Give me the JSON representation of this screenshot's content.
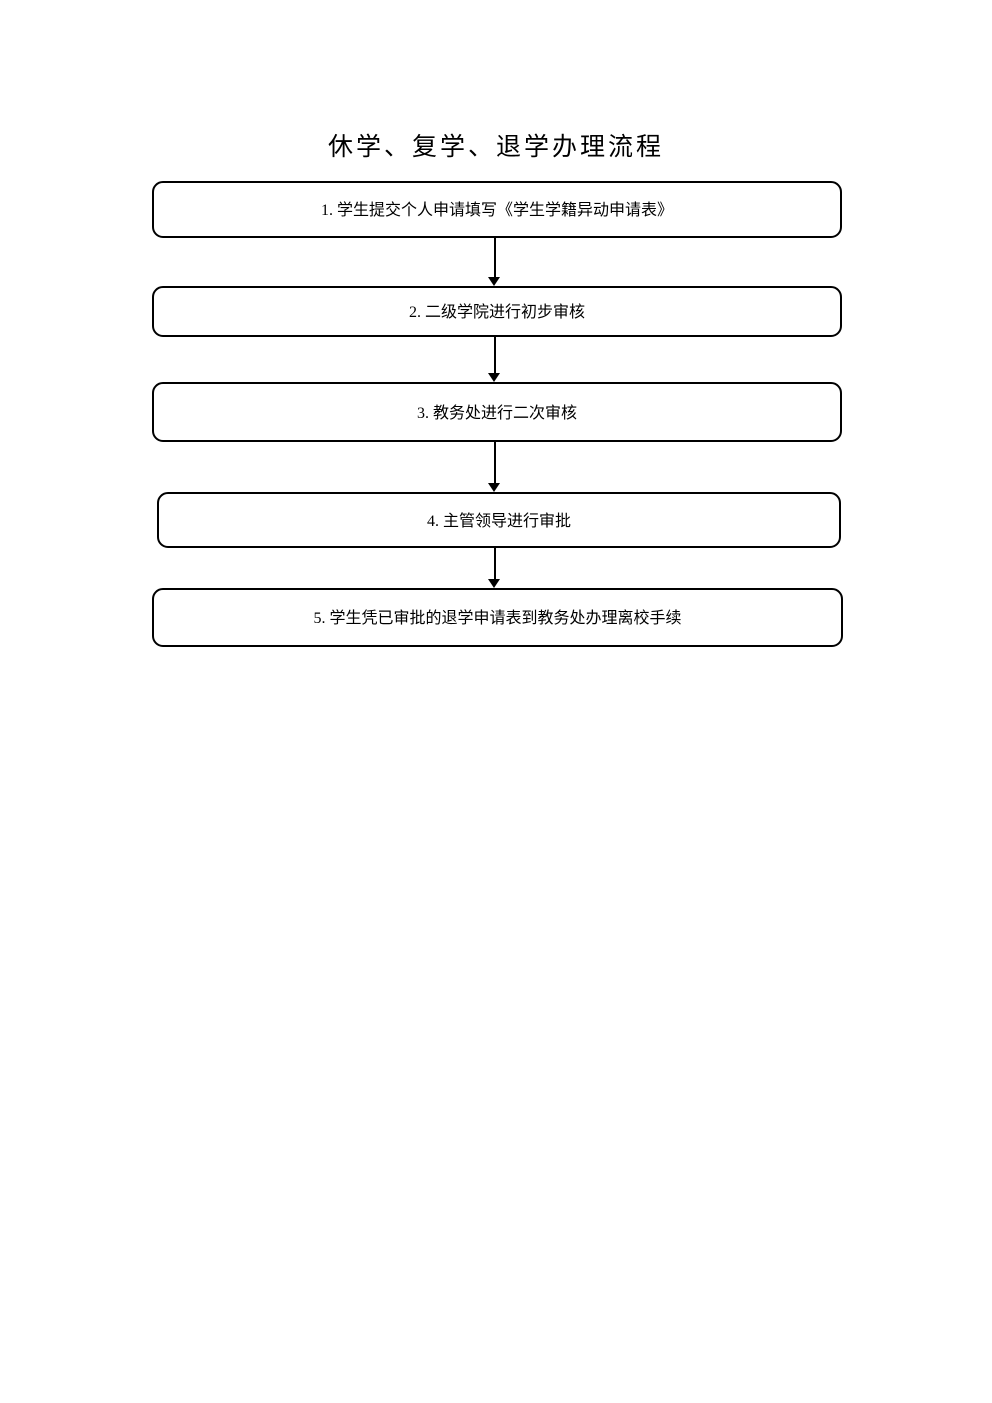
{
  "title": "休学、复学、退学办理流程",
  "flowchart": {
    "steps": [
      {
        "label": "1. 学生提交个人申请填写《学生学籍异动申请表》"
      },
      {
        "label": "2. 二级学院进行初步审核"
      },
      {
        "label": "3. 教务处进行二次审核"
      },
      {
        "label": "4. 主管领导进行审批"
      },
      {
        "label": "5. 学生凭已审批的退学申请表到教务处办理离校手续"
      }
    ]
  },
  "colors": {
    "ink": "#000000",
    "page_background": "#ffffff"
  }
}
